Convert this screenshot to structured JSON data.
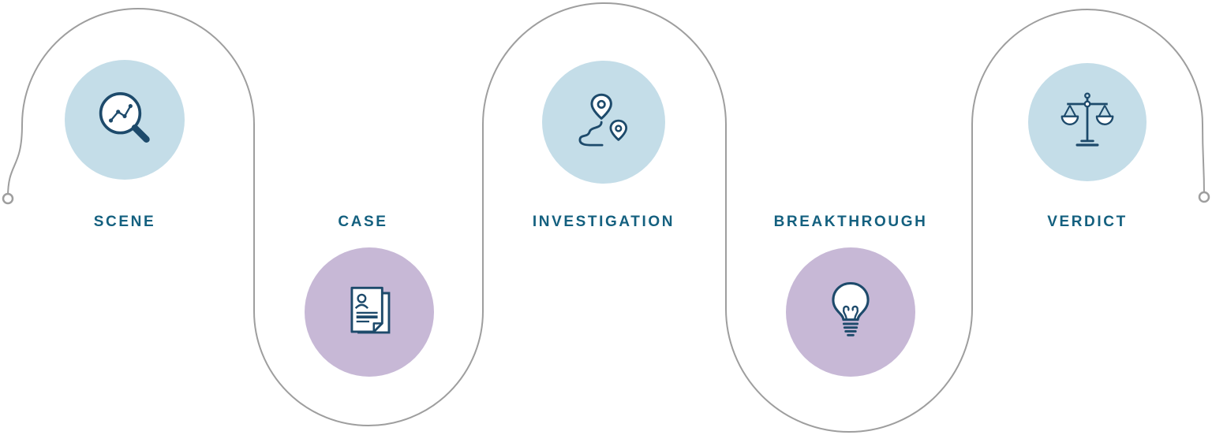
{
  "diagram": {
    "type": "serpentine-process-flow",
    "stage_count": 5,
    "stages": [
      {
        "label": "SCENE",
        "icon": "magnifier-chart-icon",
        "circle_color": "#c4dde8",
        "position": "top"
      },
      {
        "label": "CASE",
        "icon": "case-file-icon",
        "circle_color": "#c7b8d6",
        "position": "bottom"
      },
      {
        "label": "INVESTIGATION",
        "icon": "route-pins-icon",
        "circle_color": "#c4dde8",
        "position": "top"
      },
      {
        "label": "BREAKTHROUGH",
        "icon": "lightbulb-icon",
        "circle_color": "#c7b8d6",
        "position": "bottom"
      },
      {
        "label": "VERDICT",
        "icon": "scales-icon",
        "circle_color": "#c4dde8",
        "position": "top"
      }
    ],
    "colors": {
      "label_text": "#14607f",
      "icon_stroke": "#1d4a6b",
      "connector_path": "#9e9e9e",
      "light_blue_circle": "#c4dde8",
      "lavender_circle": "#c7b8d6",
      "background": "#ffffff"
    }
  }
}
